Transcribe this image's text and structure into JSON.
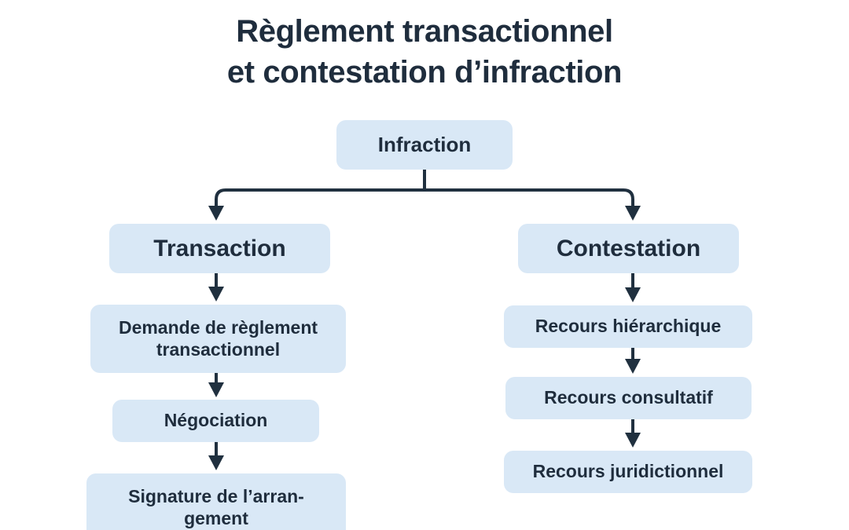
{
  "page": {
    "background_color": "#ffffff",
    "node_fill_color": "#d9e8f6",
    "text_color": "#1f2d3d",
    "connector_color": "#20303f"
  },
  "title": {
    "line1": "Règlement transactionnel",
    "line2": "et contestation d’infraction"
  },
  "diagram": {
    "type": "flowchart",
    "root": {
      "id": "infraction",
      "label": "Infraction"
    },
    "branches": [
      {
        "id": "transaction",
        "label": "Transaction",
        "steps": [
          {
            "id": "demande-reglement",
            "label": "Demande de règlement transactionnel",
            "lines": [
              "Demande de règlement",
              "transactionnel"
            ]
          },
          {
            "id": "negociation",
            "label": "Négociation",
            "lines": [
              "Négociation"
            ]
          },
          {
            "id": "signature-arrangement",
            "label": "Signature de l’arrangement",
            "lines": [
              "Signature de l’arran-",
              "gement"
            ]
          }
        ]
      },
      {
        "id": "contestation",
        "label": "Contestation",
        "steps": [
          {
            "id": "recours-hierarchique",
            "label": "Recours hiérarchique",
            "lines": [
              "Recours hiérarchique"
            ]
          },
          {
            "id": "recours-consultatif",
            "label": "Recours consultatif",
            "lines": [
              "Recours consultatif"
            ]
          },
          {
            "id": "recours-juridictionnel",
            "label": "Recours juridictionnel",
            "lines": [
              "Recours juridictionnel"
            ]
          }
        ]
      }
    ]
  }
}
